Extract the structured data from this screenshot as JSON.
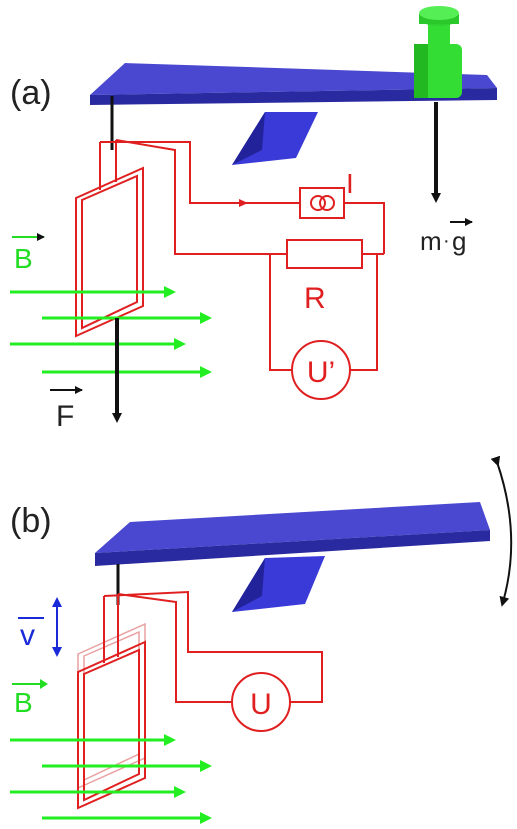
{
  "panels": [
    {
      "id": "a",
      "label": "(a)",
      "symbols": {
        "current": "I",
        "resistor": "R",
        "voltmeter": "U’",
        "field": "B",
        "force": "F",
        "weight_m": "m",
        "weight_dot": "·",
        "weight_g": "g"
      }
    },
    {
      "id": "b",
      "label": "(b)",
      "symbols": {
        "voltmeter": "U",
        "field": "B",
        "velocity": "v"
      }
    }
  ],
  "colors": {
    "beam": "#4a48d0",
    "beam_side": "#2a2aa0",
    "pivot": "#3a3ad8",
    "mass": "#33dd33",
    "circuit": "#e02020",
    "field": "#22ee22",
    "velocity": "#1a2ad8",
    "arrow": "#111111",
    "text": "#222222"
  },
  "icons": {
    "mass": "weight-icon",
    "current_source": "current-source-icon",
    "resistor": "resistor-icon",
    "voltmeter": "voltmeter-icon",
    "rotation": "rotation-arrow-icon"
  }
}
